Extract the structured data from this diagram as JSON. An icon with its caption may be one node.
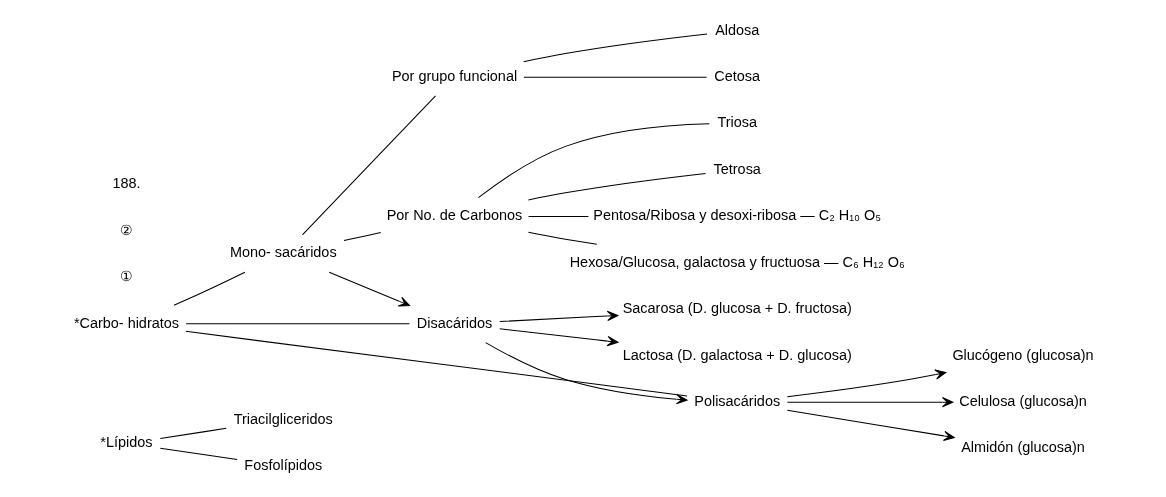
{
  "diagram": {
    "nodes": [
      {
        "text": [
          "*Lípidos"
        ]
      },
      {
        "text": [
          "Triacilgliceridos"
        ]
      },
      {
        "text": [
          "Fosfolípidos"
        ]
      },
      {
        "text": [
          "*Carbo- hidratos"
        ]
      },
      {
        "text": [
          "Mono- sacáridos"
        ]
      },
      {
        "text": [
          "Por grupo funcional"
        ]
      },
      {
        "text": [
          "Aldosa"
        ]
      },
      {
        "text": [
          "Cetosa"
        ]
      },
      {
        "text": [
          "Por No. de Carbonos"
        ]
      },
      {
        "text": [
          "Triosa"
        ]
      },
      {
        "text": [
          "Tetrosa"
        ]
      },
      {
        "text": [
          "Pentosa/Ribosa y desoxi-ribosa — C₂ H₁₀ O₅"
        ]
      },
      {
        "text": [
          "Hexosa/Glucosa, galactosa y fructuosa — C₆ H₁₂ O₆"
        ]
      },
      {
        "text": [
          "Disacáridos"
        ]
      },
      {
        "text": [
          "Sacarosa (D. glucosa + D. fructosa)"
        ]
      },
      {
        "text": [
          "Lactosa (D. galactosa + D. glucosa)"
        ]
      },
      {
        "text": [
          "Polisacáridos"
        ]
      },
      {
        "text": [
          "Glucógeno (glucosa)n"
        ]
      },
      {
        "text": [
          "Celulosa (glucosa)n"
        ]
      },
      {
        "text": [
          "Almidón (glucosa)n"
        ]
      }
    ],
    "edges": [
      {
        "from": 0,
        "to": 1,
        "arrow": "none"
      },
      {
        "from": 0,
        "to": 2,
        "arrow": "none"
      },
      {
        "from": 3,
        "to": 4,
        "arrow": "none"
      },
      {
        "from": 3,
        "to": 13,
        "arrow": "none"
      },
      {
        "from": 3,
        "to": 16,
        "arrow": "none"
      },
      {
        "from": 4,
        "to": 5,
        "arrow": "none"
      },
      {
        "from": 4,
        "to": 8,
        "arrow": "none"
      },
      {
        "from": 5,
        "to": 6,
        "arrow": "none"
      },
      {
        "from": 5,
        "to": 7,
        "arrow": "none"
      },
      {
        "from": 8,
        "to": 9,
        "arrow": "none"
      },
      {
        "from": 8,
        "to": 10,
        "arrow": "none"
      },
      {
        "from": 8,
        "to": 11,
        "arrow": "none"
      },
      {
        "from": 8,
        "to": 12,
        "arrow": "none"
      },
      {
        "from": 4,
        "to": 13,
        "arrow": "to"
      },
      {
        "from": 13,
        "to": 16,
        "arrow": "to"
      },
      {
        "from": 13,
        "to": 14,
        "arrow": "to"
      },
      {
        "from": 13,
        "to": 15,
        "arrow": "to"
      },
      {
        "from": 16,
        "to": 17,
        "arrow": "to"
      },
      {
        "from": 16,
        "to": 18,
        "arrow": "to"
      },
      {
        "from": 16,
        "to": 19,
        "arrow": "to"
      }
    ],
    "labels": [
      "①",
      "②",
      "188."
    ]
  }
}
